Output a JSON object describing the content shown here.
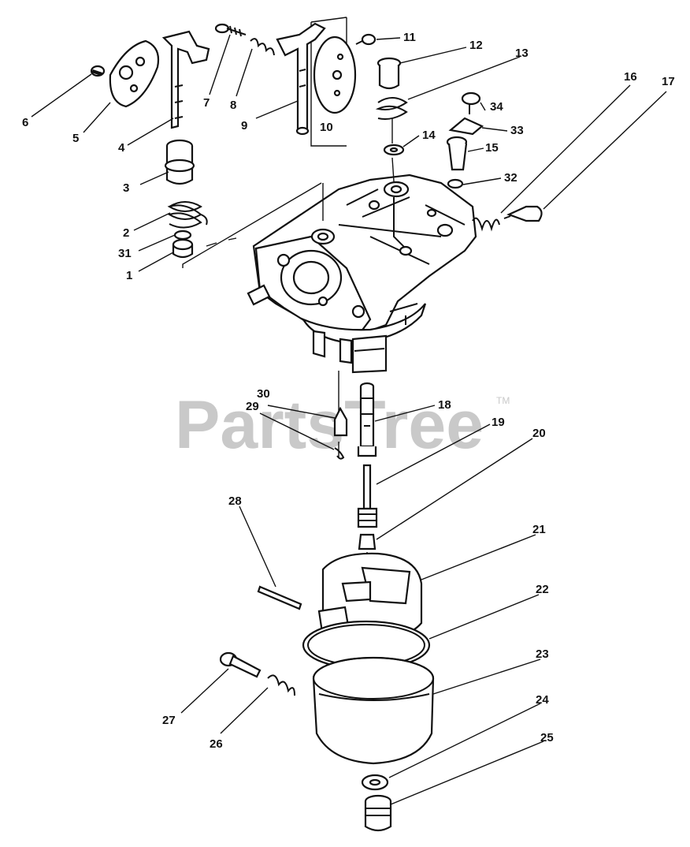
{
  "watermark": {
    "text": "PartsTree",
    "trademark": "TM"
  },
  "callouts": {
    "c1": "1",
    "c2": "2",
    "c3": "3",
    "c4": "4",
    "c5": "5",
    "c6": "6",
    "c7": "7",
    "c8": "8",
    "c9": "9",
    "c10": "10",
    "c11": "11",
    "c12": "12",
    "c13": "13",
    "c14": "14",
    "c15": "15",
    "c16": "16",
    "c17": "17",
    "c18": "18",
    "c19": "19",
    "c20": "20",
    "c21": "21",
    "c22": "22",
    "c23": "23",
    "c24": "24",
    "c25": "25",
    "c26": "26",
    "c27": "27",
    "c28": "28",
    "c29": "29",
    "c30": "30",
    "c31": "31",
    "c32": "32",
    "c33": "33",
    "c34": "34"
  }
}
